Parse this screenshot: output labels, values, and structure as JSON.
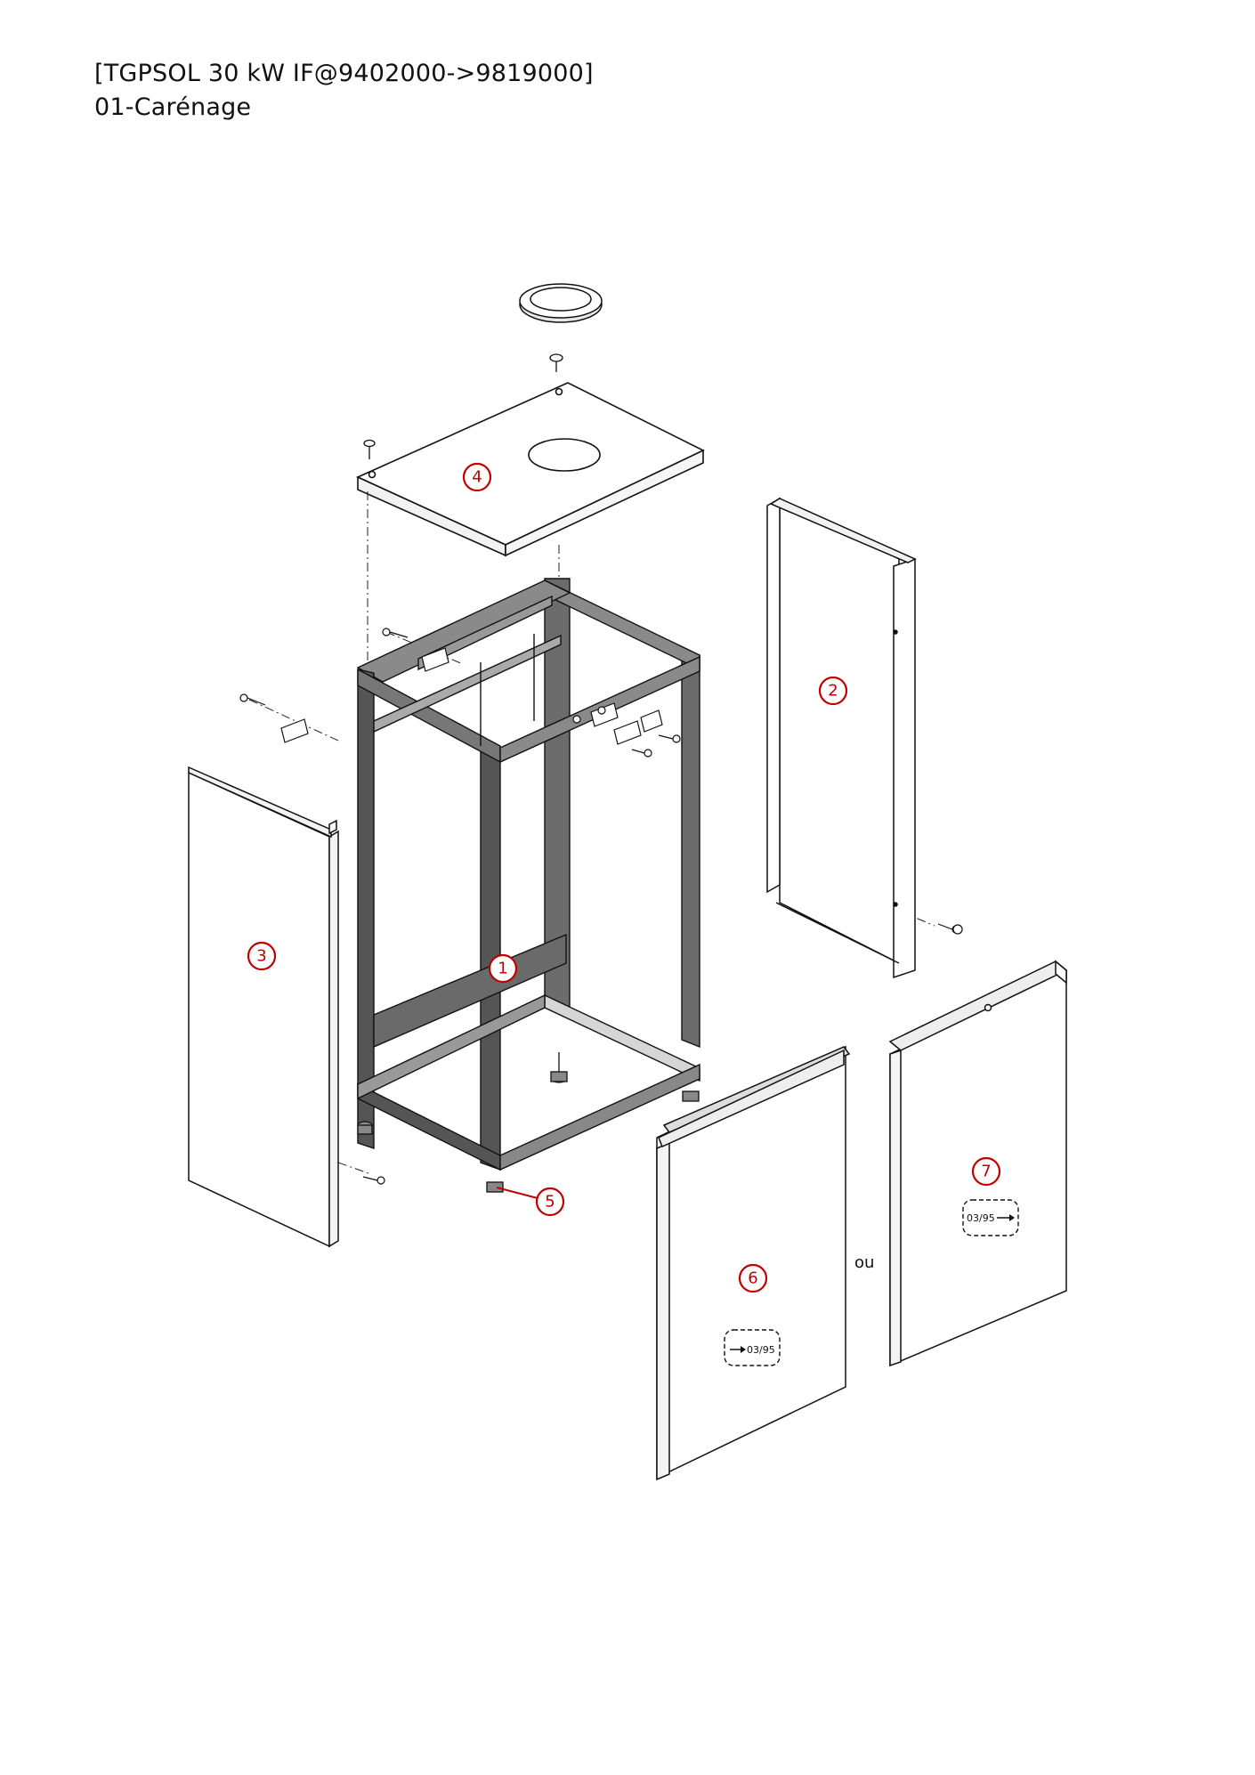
{
  "header": {
    "model": "[TGPSOL 30 kW IF@9402000->9819000]",
    "section": "01-Carénage"
  },
  "callouts": [
    "1",
    "2",
    "3",
    "4",
    "5",
    "6",
    "7"
  ],
  "panel6_stamp": "03/95",
  "panel7_stamp": "03/95",
  "or_label": "ou",
  "colors": {
    "callout": "#c00000",
    "frame": "#555555",
    "line": "#111111"
  }
}
